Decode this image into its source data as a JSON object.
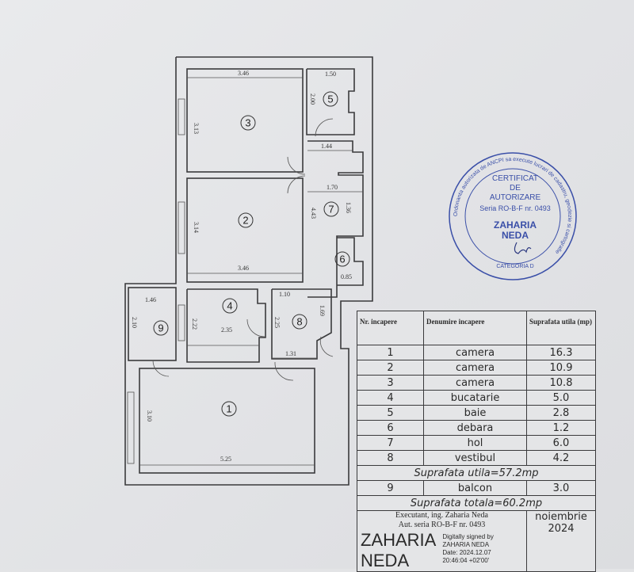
{
  "plan": {
    "rooms": [
      "1",
      "2",
      "3",
      "4",
      "5",
      "6",
      "7",
      "8",
      "9"
    ],
    "dims": {
      "r3_w": "3.46",
      "r3_h": "3.13",
      "r5_w": "1.50",
      "r5_h": "2.00",
      "hol_w1": "1.44",
      "hol_w2": "1.70",
      "hol_h": "4.43",
      "r7_h": "1.36",
      "r2_h": "3.14",
      "r2_w": "3.46",
      "r6_w": "0.85",
      "r9_w": "1.46",
      "r9_h": "2.10",
      "r4_h": "2.22",
      "r4_w": "2.35",
      "r8_w1": "1.10",
      "r8_h1": "2.25",
      "r8_h2": "1.69",
      "r8_w2": "1.31",
      "r1_h": "3.10",
      "r1_w": "5.25"
    }
  },
  "table": {
    "headers": [
      "Nr. incapere",
      "Denumire incapere",
      "Suprafata utila (mp)"
    ],
    "rows": [
      [
        "1",
        "camera",
        "16.3"
      ],
      [
        "2",
        "camera",
        "10.9"
      ],
      [
        "3",
        "camera",
        "10.8"
      ],
      [
        "4",
        "bucatarie",
        "5.0"
      ],
      [
        "5",
        "baie",
        "2.8"
      ],
      [
        "6",
        "debara",
        "1.2"
      ],
      [
        "7",
        "hol",
        "6.0"
      ],
      [
        "8",
        "vestibul",
        "4.2"
      ]
    ],
    "subtotal": "Suprafata utila=57.2mp",
    "extra_row": [
      "9",
      "balcon",
      "3.0"
    ],
    "total": "Suprafata totala=60.2mp",
    "executant": "Executant, ing. Zaharia Neda",
    "authorization": "Aut. seria RO-B-F nr. 0493",
    "signature_name_1": "ZAHARIA",
    "signature_name_2": "NEDA",
    "digital_sig": [
      "Digitally signed by",
      "ZAHARIA NEDA",
      "Date: 2024.12.07",
      "20:46:04 +02'00'"
    ],
    "month": "noiembrie 2024"
  },
  "stamp": {
    "ring_text": "Ordonanta autorizata de ANCPI sa execute lucrari de cadastru, geodezie si cartografie",
    "line1": "CERTIFICAT",
    "line2": "DE",
    "line3": "AUTORIZARE",
    "serie": "Seria RO-B-F nr. 0493",
    "name1": "ZAHARIA",
    "name2": "NEDA",
    "category": "CATEGORIA D",
    "color": "#3a4fa8"
  }
}
